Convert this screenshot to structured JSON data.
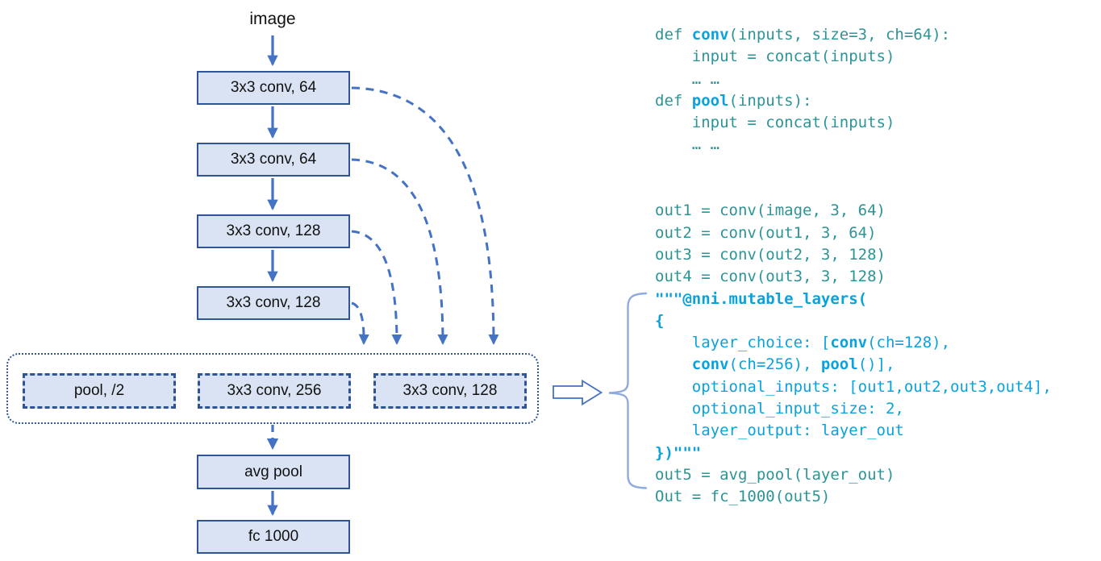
{
  "figure": {
    "title_hint": "NNI mutable layers architecture diagram with generated code",
    "colors": {
      "box_fill": "#dae3f3",
      "box_border": "#2f5597",
      "arrow": "#4472c4",
      "brace": "#8faadc",
      "code_teal": "#2d9496",
      "code_blue": "#0aa2dd",
      "text": "#111111"
    }
  },
  "diagram": {
    "input_label": "image",
    "stack_boxes": [
      "3x3 conv, 64",
      "3x3 conv, 64",
      "3x3 conv, 128",
      "3x3 conv, 128"
    ],
    "choice_boxes": [
      "pool, /2",
      "3x3 conv, 256",
      "3x3 conv, 128"
    ],
    "output_boxes": [
      "avg pool",
      "fc 1000"
    ]
  },
  "code": {
    "lines": [
      [
        [
          "def ",
          "teal"
        ],
        [
          "conv",
          "blue-bold"
        ],
        [
          "(inputs, size=3, ch=64):",
          "teal"
        ]
      ],
      [
        [
          "    input = concat(inputs)",
          "teal"
        ]
      ],
      [
        [
          "    … …",
          "teal"
        ]
      ],
      [
        [
          "def ",
          "teal"
        ],
        [
          "pool",
          "blue-bold"
        ],
        [
          "(inputs):",
          "teal"
        ]
      ],
      [
        [
          "    input = concat(inputs)",
          "teal"
        ]
      ],
      [
        [
          "    … …",
          "teal"
        ]
      ],
      [],
      [],
      [
        [
          "out1 = conv(image, 3, 64)",
          "teal"
        ]
      ],
      [
        [
          "out2 = conv(out1, 3, 64)",
          "teal"
        ]
      ],
      [
        [
          "out3 = conv(out2, 3, 128)",
          "teal"
        ]
      ],
      [
        [
          "out4 = conv(out3, 3, 128)",
          "teal"
        ]
      ],
      [
        [
          "\"\"\"@nni.mutable_layers(",
          "blue-bold"
        ]
      ],
      [
        [
          "{",
          "blue-bold"
        ]
      ],
      [
        [
          "    layer_choice: [",
          "blue"
        ],
        [
          "conv",
          "blue-bold"
        ],
        [
          "(ch=128),",
          "blue"
        ]
      ],
      [
        [
          "    ",
          "blue"
        ],
        [
          "conv",
          "blue-bold"
        ],
        [
          "(ch=256), ",
          "blue"
        ],
        [
          "pool",
          "blue-bold"
        ],
        [
          "()],",
          "blue"
        ]
      ],
      [
        [
          "    optional_inputs: [out1,out2,out3,out4],",
          "blue"
        ]
      ],
      [
        [
          "    optional_input_size: 2,",
          "blue"
        ]
      ],
      [
        [
          "    layer_output: layer_out",
          "blue"
        ]
      ],
      [
        [
          "})\"\"\"",
          "blue-bold"
        ]
      ],
      [
        [
          "out5 = avg_pool(layer_out)",
          "teal"
        ]
      ],
      [
        [
          "Out = fc_1000(out5)",
          "teal"
        ]
      ]
    ]
  }
}
